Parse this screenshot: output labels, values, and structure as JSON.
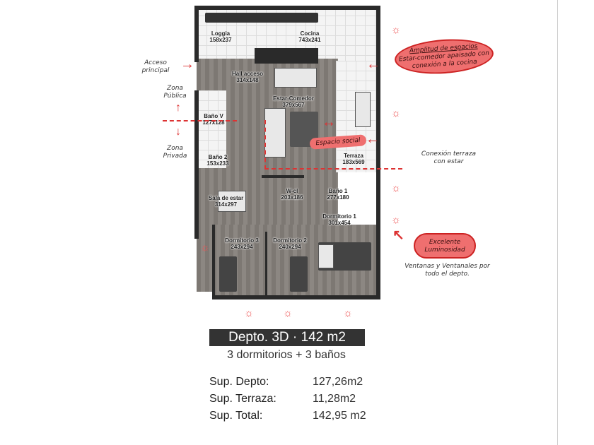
{
  "plan": {
    "rooms": [
      {
        "name": "Loggia",
        "size": "158x237"
      },
      {
        "name": "Cocina",
        "size": "743x241"
      },
      {
        "name": "Hall acceso",
        "size": "314x148"
      },
      {
        "name": "Baño V",
        "size": "127x128"
      },
      {
        "name": "Estar-Comedor",
        "size": "379x567"
      },
      {
        "name": "Baño 2",
        "size": "153x233"
      },
      {
        "name": "Terraza",
        "size": "183x569"
      },
      {
        "name": "Sala de estar",
        "size": "314x297"
      },
      {
        "name": "W-cl",
        "size": "203x186"
      },
      {
        "name": "Baño 1",
        "size": "277x180"
      },
      {
        "name": "Dormitorio 1",
        "size": "301x454"
      },
      {
        "name": "Dormitorio 3",
        "size": "243x294"
      },
      {
        "name": "Dormitorio 2",
        "size": "240x294"
      }
    ],
    "espacio_social": "Espacio social"
  },
  "annotations": {
    "acceso": "Acceso principal",
    "zona_publica": "Zona Pública",
    "zona_privada": "Zona Privada",
    "amplitud_title": "Amplitud de espacios",
    "amplitud_text": "Estar-comedor apaisado con conexión a la cocina",
    "conexion": "Conexión terraza con estar",
    "luminosidad": "Excelente Luminosidad",
    "ventanas": "Ventanas y Ventanales por todo el depto."
  },
  "accent": "#d33333",
  "summary": {
    "title": "Depto. 3D · 142 m2",
    "subtitle": "3 dormitorios + 3 baños",
    "rows": [
      {
        "label": "Sup. Depto:",
        "value": "127,26m2"
      },
      {
        "label": "Sup. Terraza:",
        "value": "11,28m2"
      },
      {
        "label": "Sup. Total:",
        "value": "142,95 m2"
      }
    ]
  }
}
